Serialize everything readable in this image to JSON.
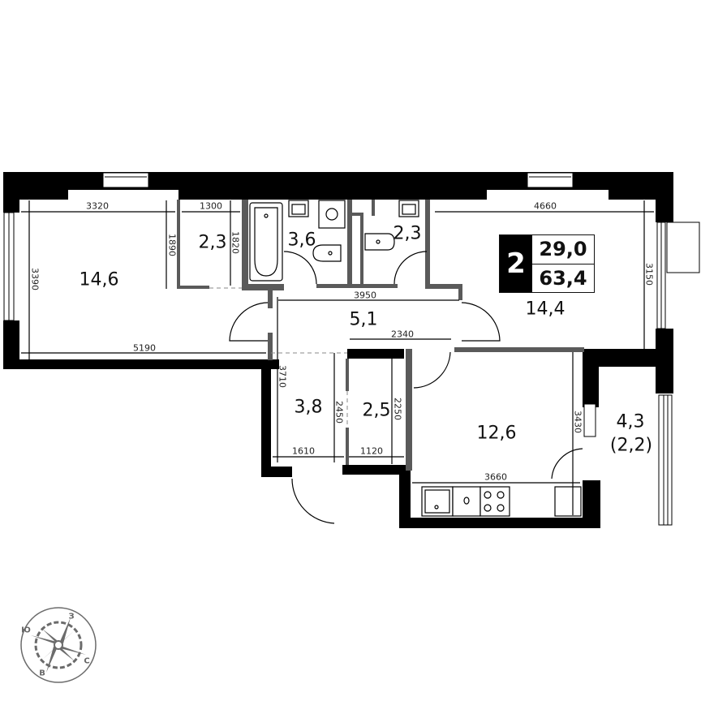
{
  "plan": {
    "room_count": "2",
    "living_area": "29,0",
    "total_area": "63,4"
  },
  "rooms": [
    {
      "id": "bedroom-left",
      "area": "14,6"
    },
    {
      "id": "storage-top",
      "area": "2,3"
    },
    {
      "id": "bathroom",
      "area": "3,6"
    },
    {
      "id": "toilet",
      "area": "2,3"
    },
    {
      "id": "bedroom-right",
      "area": "14,4"
    },
    {
      "id": "corridor",
      "area": "5,1"
    },
    {
      "id": "hallway",
      "area": "3,8"
    },
    {
      "id": "closet",
      "area": "2,5"
    },
    {
      "id": "kitchen",
      "area": "12,6"
    },
    {
      "id": "loggia",
      "area": "4,3",
      "sub": "(2,2)"
    }
  ],
  "dimensions": {
    "d3320": "3320",
    "d1300": "1300",
    "d4660": "4660",
    "d1890": "1890",
    "d1820": "1820",
    "d3390": "3390",
    "d3150": "3150",
    "d3950": "3950",
    "d5190": "5190",
    "d2340": "2340",
    "d3710": "3710",
    "d2450": "2450",
    "d2250": "2250",
    "d1610": "1610",
    "d1120": "1120",
    "d3430": "3430",
    "d3660": "3660"
  },
  "compass": {
    "north": "З",
    "east": "С",
    "south": "В",
    "west": "Ю"
  },
  "colors": {
    "wall": "#000000",
    "partition": "#5a5a5a",
    "compass": "#6b6b6b"
  }
}
